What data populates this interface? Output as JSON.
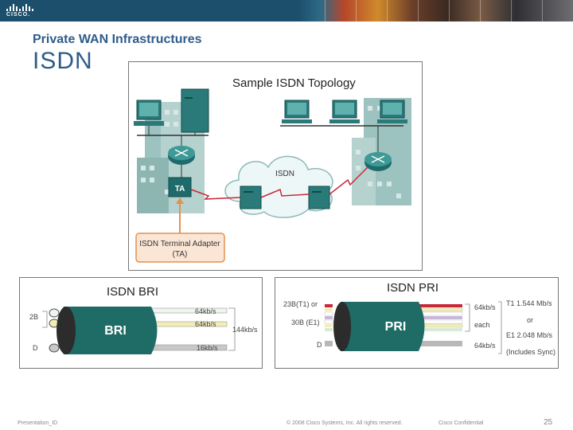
{
  "header": {
    "logo_text": "CISCO.",
    "subtitle": "Private WAN Infrastructures",
    "title": "ISDN"
  },
  "topology": {
    "title": "Sample ISDN Topology",
    "cloud_label": "ISDN",
    "ta_label": "TA",
    "callout_line1": "ISDN Terminal Adapter",
    "callout_line2": "(TA)"
  },
  "bri": {
    "title": "ISDN BRI",
    "cable_label": "BRI",
    "left_2b": "2B",
    "left_d": "D",
    "rate_1": "64kb/s",
    "rate_2": "64kb/s",
    "rate_3": "16kb/s",
    "total": "144kb/s"
  },
  "pri": {
    "title": "ISDN PRI",
    "cable_label": "PRI",
    "left_t1": "23B(T1) or",
    "left_e1": "30B (E1)",
    "left_d": "D",
    "rate_1": "64kb/s",
    "each": "each",
    "rate_2": "64kb/s",
    "t1": "T1 1.544 Mb/s",
    "or": "or",
    "e1": "E1 2.048 Mb/s",
    "includes": "(Includes Sync)"
  },
  "footer": {
    "left": "Presentation_ID",
    "center": "© 2008 Cisco Systems, Inc. All rights reserved.",
    "right": "Cisco Confidential",
    "page": "25"
  },
  "colors": {
    "title_blue": "#2f5c8a",
    "cable_teal": "#1f6b65",
    "building_teal": "#8fb8b5",
    "callout_orange": "#e5904f"
  }
}
